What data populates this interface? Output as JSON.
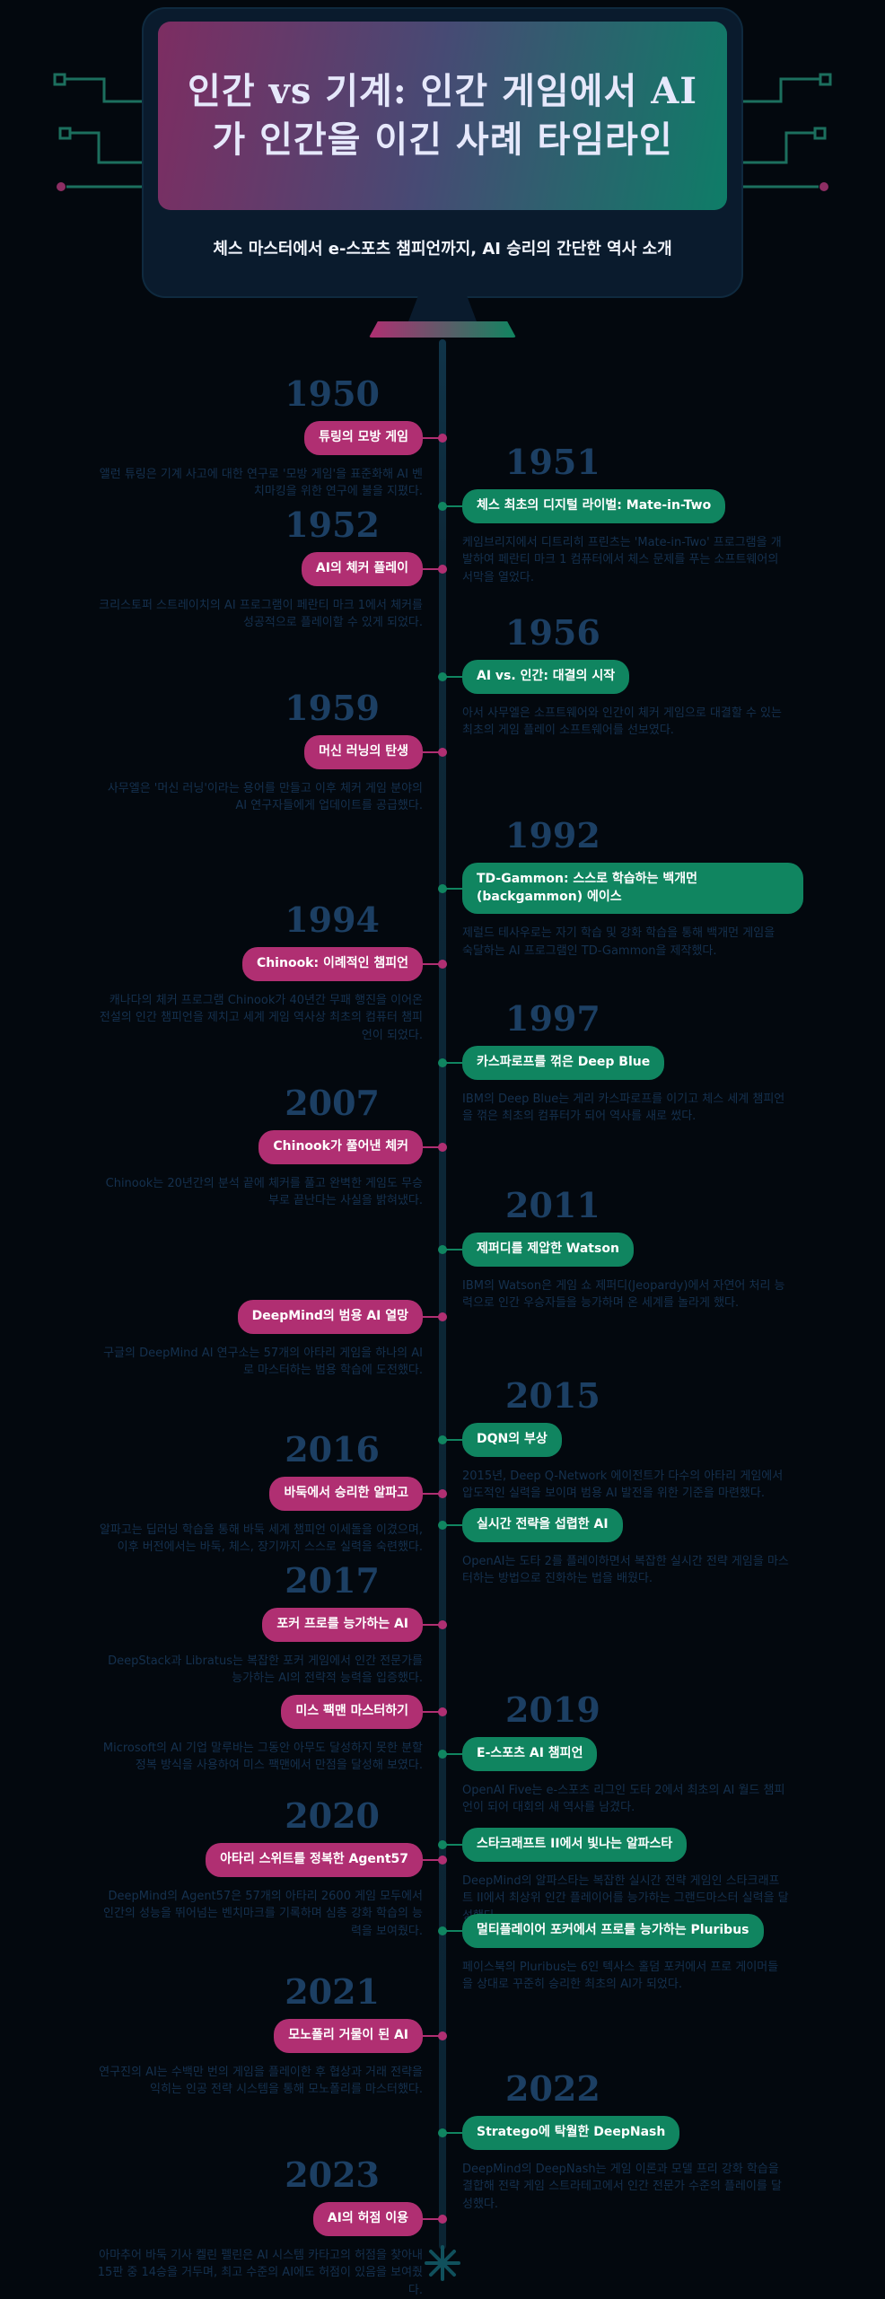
{
  "colors": {
    "left_accent": "#b02f72",
    "right_accent": "#108560",
    "year_color": "#1c3f63",
    "body_text": "#15314f",
    "line_color": "#0d2737",
    "screen_left": "#7d2d62",
    "screen_mid": "#474a74",
    "screen_right": "#0e7d67",
    "title_color": "#e6e8fb",
    "circuit_teal": "#1c6f5e",
    "circuit_magenta": "#8d2e63"
  },
  "header": {
    "title_line1": "인간 vs 기계: 인간 게임에서 AI",
    "title_line2": "가 인간을 이긴 사례 타임라인",
    "subtitle": "체스 마스터에서 e-스포츠 챔피언까지, AI 승리의 간단한 역사 소개"
  },
  "icons": {
    "end_marker": "starburst",
    "decorations": "circuit-traces"
  },
  "timeline": {
    "entries": [
      {
        "side": "left",
        "year": "1950",
        "badge": "튜링의 모방 게임",
        "text": "앨런 튜링은 기계 사고에 대한 연구로 '모방 게임'을 표준화해 AI 벤치마킹을 위한 연구에 불을 지폈다."
      },
      {
        "side": "right",
        "year": "1951",
        "badge": "체스 최초의 디지털 라이벌: Mate-in-Two",
        "text": "케임브리지에서 디트리히 프린츠는 'Mate-in-Two' 프로그램을 개발하여 페란티 마크 1 컴퓨터에서 체스 문제를 푸는 소프트웨어의 서막을 열었다."
      },
      {
        "side": "left",
        "year": "1952",
        "badge": "AI의 체커 플레이",
        "text": "크리스토퍼 스트레이치의 AI 프로그램이 페란티 마크 1에서 체커를 성공적으로 플레이할 수 있게 되었다."
      },
      {
        "side": "right",
        "year": "1956",
        "badge": "AI vs. 인간: 대결의 시작",
        "text": "아서 사무엘은 소프트웨어와 인간이 체커 게임으로 대결할 수 있는 최초의 게임 플레이 소프트웨어를 선보였다."
      },
      {
        "side": "left",
        "year": "1959",
        "badge": "머신 러닝의 탄생",
        "text": "사무엘은 '머신 러닝'이라는 용어를 만들고 이후 체커 게임 분야의 AI 연구자들에게 업데이트를 공급했다."
      },
      {
        "side": "right",
        "year": "1992",
        "badge": "TD-Gammon: 스스로 학습하는 백개먼 (backgammon) 에이스",
        "text": "제럴드 테사우로는 자기 학습 및 강화 학습을 통해 백개먼 게임을 숙달하는 AI 프로그램인 TD-Gammon을 제작했다."
      },
      {
        "side": "left",
        "year": "1994",
        "badge": "Chinook: 이례적인 챔피언",
        "text": "캐나다의 체커 프로그램 Chinook가 40년간 무패 행진을 이어온 전설의 인간 챔피언을 제치고 세계 게임 역사상 최초의 컴퓨터 챔피언이 되었다."
      },
      {
        "side": "right",
        "year": "1997",
        "badge": "카스파로프를 꺾은 Deep Blue",
        "text": "IBM의 Deep Blue는 게리 카스파로프를 이기고 체스 세계 챔피언을 꺾은 최초의 컴퓨터가 되어 역사를 새로 썼다."
      },
      {
        "side": "left",
        "year": "2007",
        "badge": "Chinook가 풀어낸 체커",
        "text": "Chinook는 20년간의 분석 끝에 체커를 풀고 완벽한 게임도 무승부로 끝난다는 사실을 밝혀냈다."
      },
      {
        "side": "right",
        "year": "2011",
        "badge": "제퍼디를 제압한 Watson",
        "text": "IBM의 Watson은 게임 쇼 제퍼디(Jeopardy)에서 자연어 처리 능력으로 인간 우승자들을 능가하며 온 세계를 놀라게 했다."
      },
      {
        "side": "left",
        "badge": "DeepMind의 범용 AI 열망",
        "text": "구글의 DeepMind AI 연구소는 57개의 아타리 게임을 하나의 AI로 마스터하는 범용 학습에 도전했다."
      },
      {
        "side": "right",
        "year": "2015",
        "badge": "DQN의 부상",
        "text": "2015년, Deep Q-Network 에이전트가 다수의 아타리 게임에서 압도적인 실력을 보이며 범용 AI 발전을 위한 기준을 마련했다."
      },
      {
        "side": "left",
        "year": "2016",
        "badge": "바둑에서 승리한 알파고",
        "text": "알파고는 딥러닝 학습을 통해 바둑 세계 챔피언 이세돌을 이겼으며, 이후 버전에서는 바둑, 체스, 장기까지 스스로 실력을 숙련했다."
      },
      {
        "side": "right",
        "badge": "실시간 전략을 섭렵한 AI",
        "text": "OpenAI는 도타 2를 플레이하면서 복잡한 실시간 전략 게임을 마스터하는 방법으로 진화하는 법을 배웠다."
      },
      {
        "side": "left",
        "year": "2017",
        "badge": "포커 프로를 능가하는 AI",
        "text": "DeepStack과 Libratus는 복잡한 포커 게임에서 인간 전문가를 능가하는 AI의 전략적 능력을 입증했다."
      },
      {
        "side": "left",
        "badge": "미스 팩맨 마스터하기",
        "text": "Microsoft의 AI 기업 말루바는 그동안 아무도 달성하지 못한 분할 정복 방식을 사용하여 미스 팩맨에서 만점을 달성해 보였다."
      },
      {
        "side": "right",
        "year": "2019",
        "badge": "E-스포츠 AI 챔피언",
        "text": "OpenAI Five는 e-스포츠 리그인 도타 2에서 최초의 AI 월드 챔피언이 되어 대회의 새 역사를 남겼다."
      },
      {
        "side": "left",
        "year": "2020",
        "badge": "아타리 스위트를 정복한 Agent57",
        "text": "DeepMind의 Agent57은 57개의 아타리 2600 게임 모두에서 인간의 성능을 뛰어넘는 벤치마크를 기록하며 심층 강화 학습의 능력을 보여줬다."
      },
      {
        "side": "right",
        "badge": "스타크래프트 II에서 빛나는 알파스타",
        "text": "DeepMind의 알파스타는 복잡한 실시간 전략 게임인 스타크래프트 II에서 최상위 인간 플레이어를 능가하는 그랜드마스터 실력을 달성했다."
      },
      {
        "side": "right",
        "badge": "멀티플레이어 포커에서 프로를 능가하는 Pluribus",
        "text": "페이스북의 Pluribus는 6인 텍사스 홀덤 포커에서 프로 게이머들을 상대로 꾸준히 승리한 최초의 AI가 되었다."
      },
      {
        "side": "left",
        "year": "2021",
        "badge": "모노폴리 거물이 된 AI",
        "text": "연구진의 AI는 수백만 번의 게임을 플레이한 후 협상과 거래 전략을 익히는 인공 전략 시스템을 통해 모노폴리를 마스터했다."
      },
      {
        "side": "right",
        "year": "2022",
        "badge": "Stratego에 탁월한 DeepNash",
        "text": "DeepMind의 DeepNash는 게임 이론과 모델 프리 강화 학습을 결합해 전략 게임 스트라테고에서 인간 전문가 수준의 플레이를 달성했다."
      },
      {
        "side": "left",
        "year": "2023",
        "badge": "AI의 허점 이용",
        "text": "아마추어 바둑 기사 켈린 펠린은 AI 시스템 카타고의 허점을 찾아내 15판 중 14승을 거두며, 최고 수준의 AI에도 허점이 있음을 보여줬다."
      }
    ]
  }
}
